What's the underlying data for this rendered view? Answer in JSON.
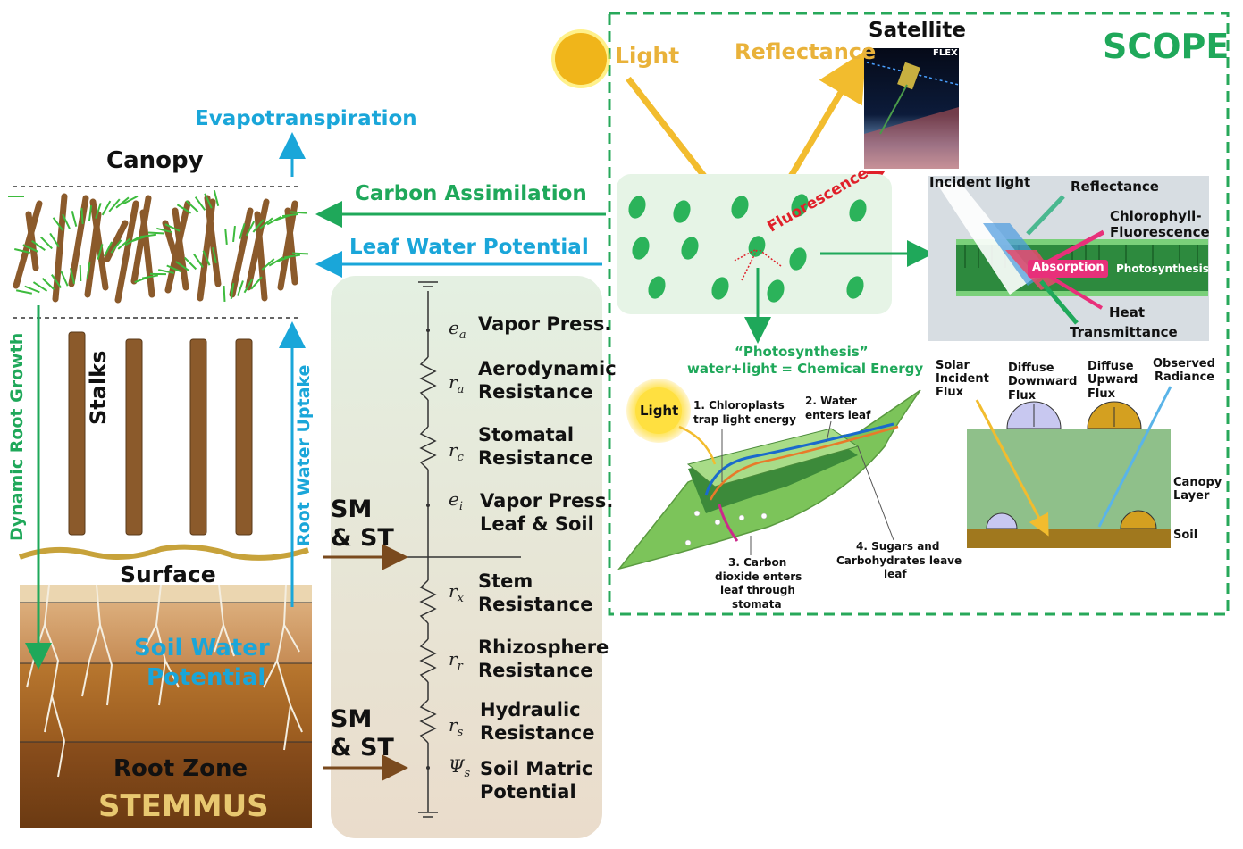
{
  "left": {
    "evapotranspiration": "Evapotranspiration",
    "canopy": "Canopy",
    "stalks": "Stalks",
    "dynamic_root_growth": "Dynamic Root Growth",
    "root_water_uptake": "Root Water Uptake",
    "surface": "Surface",
    "soil_water_potential_1": "Soil Water",
    "soil_water_potential_2": "Potential",
    "root_zone": "Root Zone",
    "model_name": "STEMMUS"
  },
  "links": {
    "carbon_assimilation": "Carbon Assimilation",
    "leaf_water_potential": "Leaf Water Potential",
    "sm_st_1a": "SM",
    "sm_st_1b": "& ST",
    "sm_st_2a": "SM",
    "sm_st_2b": "& ST"
  },
  "resistance": {
    "items": [
      {
        "sym": "e",
        "sub": "a",
        "label1": "Vapor Press.",
        "label2": ""
      },
      {
        "sym": "r",
        "sub": "a",
        "label1": "Aerodynamic",
        "label2": "Resistance"
      },
      {
        "sym": "r",
        "sub": "c",
        "label1": "Stomatal",
        "label2": "Resistance"
      },
      {
        "sym": "e",
        "sub": "i",
        "label1": "Vapor Press.",
        "label2": "Leaf & Soil"
      },
      {
        "sym": "r",
        "sub": "x",
        "label1": "Stem",
        "label2": "Resistance"
      },
      {
        "sym": "r",
        "sub": "r",
        "label1": "Rhizosphere",
        "label2": "Resistance"
      },
      {
        "sym": "r",
        "sub": "s",
        "label1": "Hydraulic",
        "label2": "Resistance"
      },
      {
        "sym": "Ψ",
        "sub": "s",
        "label1": "Soil Matric",
        "label2": "Potential"
      }
    ]
  },
  "scope": {
    "title": "SCOPE",
    "light": "Light",
    "reflectance": "Reflectance",
    "satellite": "Satellite",
    "satellite_tag": "FLEX",
    "fluorescence": "Fluorescence",
    "photosynthesis_title": "“Photosynthesis”",
    "photosynthesis_eq": "water+light = Chemical Energy"
  },
  "leaf_panel": {
    "incident_light": "Incident light",
    "reflectance": "Reflectance",
    "chlorophyll_1": "Chlorophyll-",
    "chlorophyll_2": "Fluorescence",
    "absorption": "Absorption",
    "photosynthesis": "Photosynthesis",
    "heat": "Heat",
    "transmittance": "Transmittance"
  },
  "leaf_process": {
    "light": "Light",
    "step1_a": "1. Chloroplasts",
    "step1_b": "trap light energy",
    "step2_a": "2. Water",
    "step2_b": "enters leaf",
    "step3_a": "3. Carbon",
    "step3_b": "dioxide enters",
    "step3_c": "leaf through",
    "step3_d": "stomata",
    "step4_a": "4. Sugars and",
    "step4_b": "Carbohydrates leave",
    "step4_c": "leaf"
  },
  "flux_panel": {
    "solar_1": "Solar",
    "solar_2": "Incident",
    "solar_3": "Flux",
    "diffdown_1": "Diffuse",
    "diffdown_2": "Downward",
    "diffdown_3": "Flux",
    "diffup_1": "Diffuse",
    "diffup_2": "Upward",
    "diffup_3": "Flux",
    "obs_1": "Observed",
    "obs_2": "Radiance",
    "canopy_1": "Canopy",
    "canopy_2": "Layer",
    "soil": "Soil"
  },
  "colors": {
    "green_arrow": "#1fa85a",
    "cyan_arrow": "#1aa6d9",
    "light_gold": "#f2bc2e",
    "stalk_brown": "#8b5a2b",
    "scope_border": "#27a85a"
  }
}
